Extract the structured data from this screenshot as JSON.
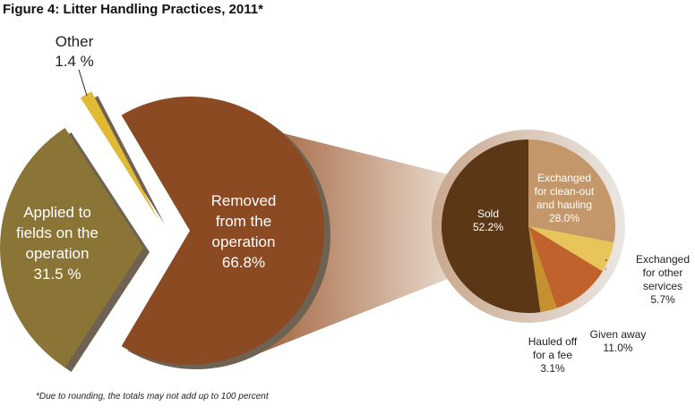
{
  "chart_data": {
    "type": "pie",
    "title": "Figure 4: Litter Handling Practices, 2011*",
    "footnote": "*Due to rounding, the totals may not add up to 100 percent",
    "main_pie": [
      {
        "label": [
          "Removed",
          "from the",
          "operation"
        ],
        "value_label": "66.8%",
        "value": 66.8,
        "color": "#8b4a22"
      },
      {
        "label": [
          "Applied to",
          "fields on the",
          "operation"
        ],
        "value_label": "31.5 %",
        "value": 31.5,
        "color": "#8a7436"
      },
      {
        "label": [
          "Other"
        ],
        "value_label": "1.4 %",
        "value": 1.4,
        "color": "#e1b934"
      }
    ],
    "breakdown_pie": [
      {
        "label": [
          "Exchanged",
          "for clean-out",
          "and hauling"
        ],
        "value_label": "28.0%",
        "value": 28.0,
        "color": "#c4976a"
      },
      {
        "label": [
          "Exchanged",
          "for other",
          "services"
        ],
        "value_label": "5.7%",
        "value": 5.7,
        "color": "#e8c55a"
      },
      {
        "label": [
          "Given away"
        ],
        "value_label": "11.0%",
        "value": 11.0,
        "color": "#c0622b"
      },
      {
        "label": [
          "Hauled off",
          "for a fee"
        ],
        "value_label": "3.1%",
        "value": 3.1,
        "color": "#c49030"
      },
      {
        "label": [
          "Sold"
        ],
        "value_label": "52.2%",
        "value": 52.2,
        "color": "#5c3716"
      }
    ],
    "shadow_color": "#6e6253"
  }
}
